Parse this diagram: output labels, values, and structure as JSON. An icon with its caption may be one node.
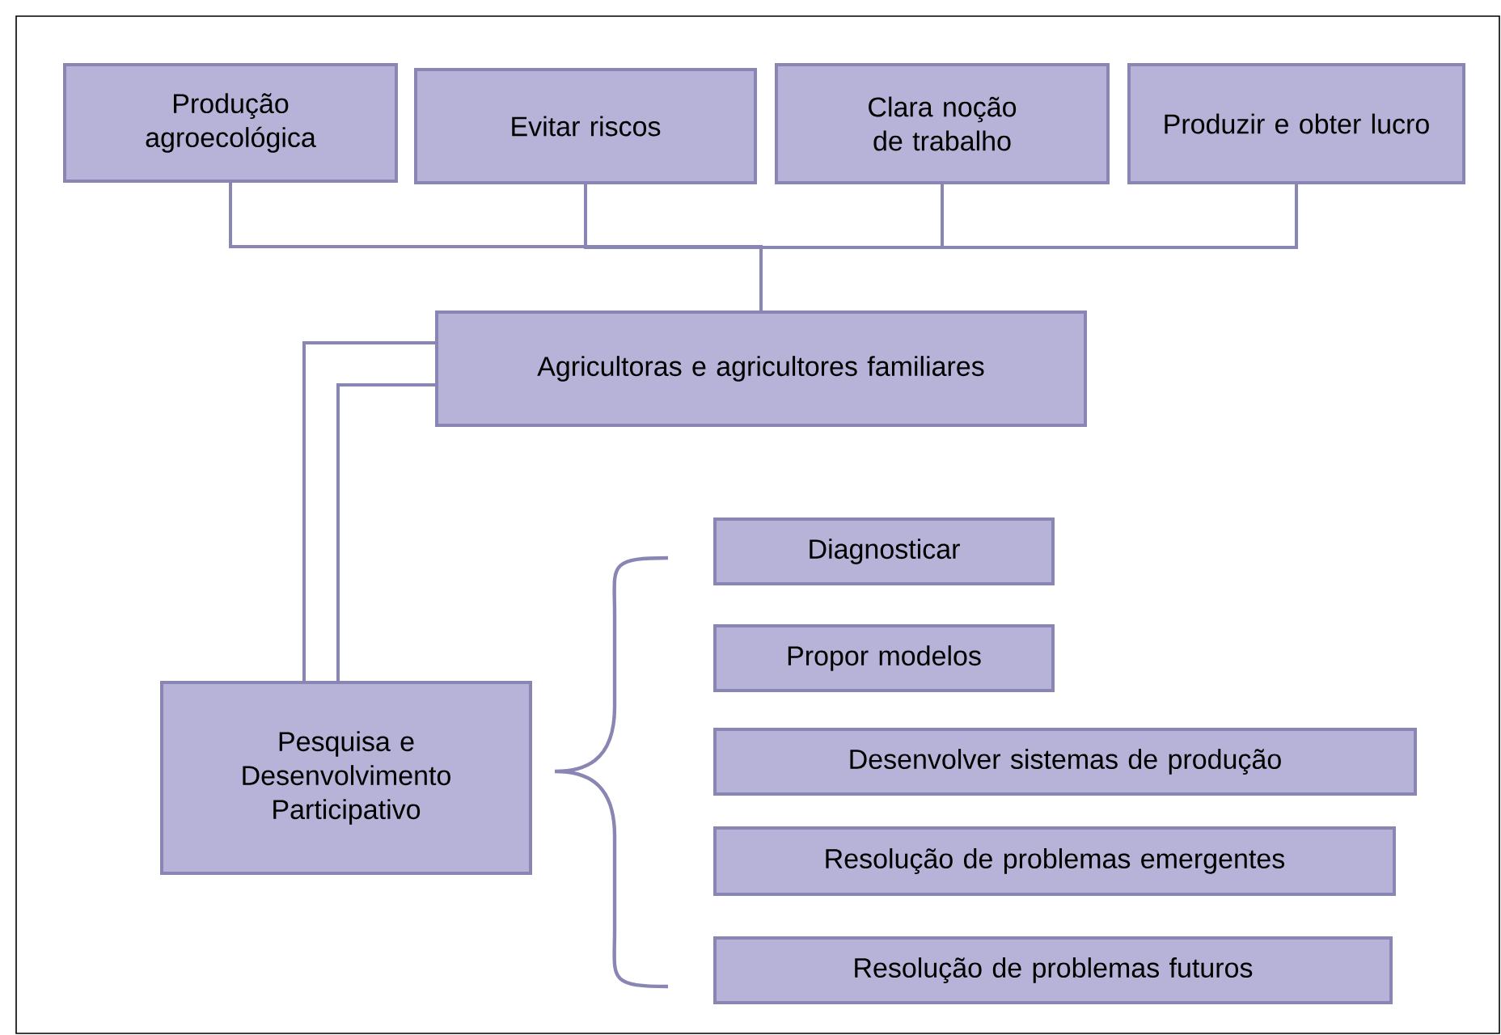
{
  "diagram": {
    "nodes": [
      {
        "text": [
          "Produção agroecológica"
        ]
      },
      {
        "text": [
          "Evitar riscos"
        ]
      },
      {
        "text": [
          "Clara noção de trabalho"
        ]
      },
      {
        "text": [
          "Produzir e obter lucro"
        ]
      },
      {
        "text": [
          "Agricultoras e agricultores familiares"
        ]
      },
      {
        "text": [
          "Pesquisa e Desenvolvimento Participativo"
        ]
      },
      {
        "text": [
          "Diagnosticar"
        ]
      },
      {
        "text": [
          "Propor modelos"
        ]
      },
      {
        "text": [
          "Desenvolver sistemas de produção"
        ]
      },
      {
        "text": [
          "Resolução de problemas emergentes"
        ]
      },
      {
        "text": [
          "Resolução de problemas futuros"
        ]
      }
    ],
    "edges": [
      {
        "from": 0,
        "to": 4,
        "arrow": "none"
      },
      {
        "from": 1,
        "to": 4,
        "arrow": "none"
      },
      {
        "from": 2,
        "to": 4,
        "arrow": "none"
      },
      {
        "from": 3,
        "to": 4,
        "arrow": "none"
      },
      {
        "from": 4,
        "to": 5,
        "arrow": "none"
      },
      {
        "from": 4,
        "to": 5,
        "arrow": "none"
      }
    ]
  }
}
